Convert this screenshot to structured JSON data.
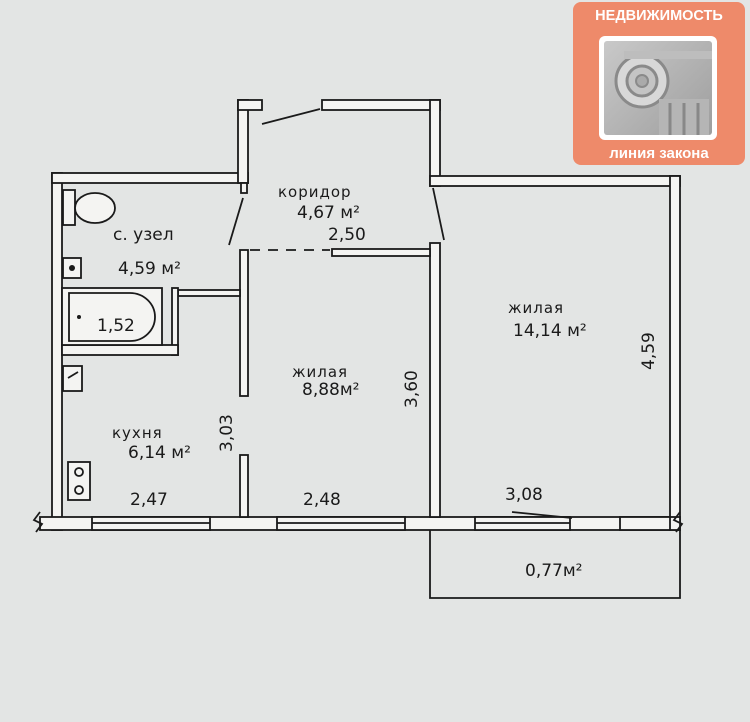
{
  "logo": {
    "top_text": "НЕДВИЖИМОСТЬ",
    "bottom_text": "линия закона",
    "color": "#ee8a6a"
  },
  "rooms": {
    "corridor": {
      "name": "коридор",
      "area": "4,67 м²",
      "dim": "2,50"
    },
    "bathroom": {
      "name": "с. узел",
      "area": "4,59 м²",
      "bath": "1,52"
    },
    "kitchen": {
      "name": "кухня",
      "area": "6,14 м²",
      "dim_w": "2,47",
      "dim_h": "3,03"
    },
    "living_small": {
      "name": "жилая",
      "area": "8,88м²",
      "dim_w": "2,48",
      "dim_h": "3,60"
    },
    "living_large": {
      "name": "жилая",
      "area": "14,14 м²",
      "dim_w": "3,08",
      "dim_h": "4,59"
    },
    "balcony": {
      "area": "0,77м²"
    }
  }
}
